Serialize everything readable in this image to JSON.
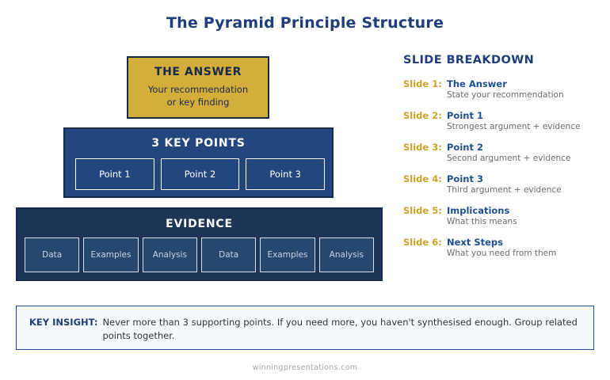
{
  "page": {
    "title": "The Pyramid Principle Structure",
    "footer": "winningpresentations.com",
    "background": "#ffffff"
  },
  "colors": {
    "navy_title": "#1f3d7a",
    "gold": "#d4ae3a",
    "gold_label": "#c9a227",
    "tier_key_blue": "#24467f",
    "tier_evidence_navy": "#1d3557",
    "border_dark": "#16294d",
    "insight_bg": "#f5f8fc",
    "insight_border": "#1f4e96"
  },
  "pyramid": {
    "answer": {
      "heading": "THE ANSWER",
      "line1": "Your recommendation",
      "line2": "or key finding"
    },
    "key_points": {
      "heading": "3 KEY POINTS",
      "boxes": [
        "Point 1",
        "Point 2",
        "Point 3"
      ]
    },
    "evidence": {
      "heading": "EVIDENCE",
      "boxes": [
        "Data",
        "Examples",
        "Analysis",
        "Data",
        "Examples",
        "Analysis"
      ]
    }
  },
  "breakdown": {
    "title": "SLIDE BREAKDOWN",
    "slides": [
      {
        "num": "Slide 1:",
        "title": "The Answer",
        "desc": "State your recommendation"
      },
      {
        "num": "Slide 2:",
        "title": "Point 1",
        "desc": "Strongest argument + evidence"
      },
      {
        "num": "Slide 3:",
        "title": "Point 2",
        "desc": "Second argument + evidence"
      },
      {
        "num": "Slide 4:",
        "title": "Point 3",
        "desc": "Third argument + evidence"
      },
      {
        "num": "Slide 5:",
        "title": "Implications",
        "desc": "What this means"
      },
      {
        "num": "Slide 6:",
        "title": "Next Steps",
        "desc": "What you need from them"
      }
    ]
  },
  "insight": {
    "label": "KEY INSIGHT:",
    "text": "Never more than 3 supporting points. If you need more, you haven't synthesised enough. Group related points together."
  }
}
